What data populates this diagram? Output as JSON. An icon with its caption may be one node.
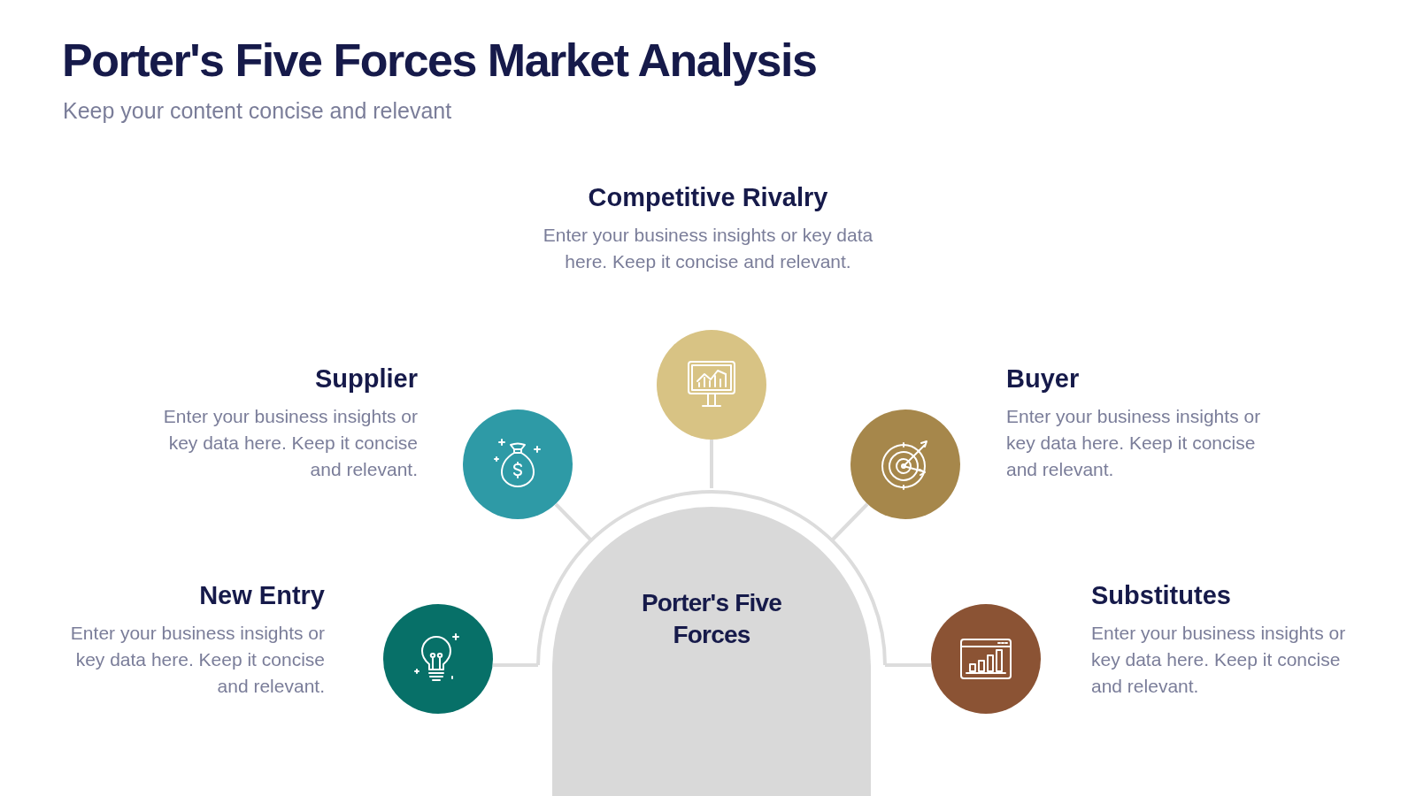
{
  "diagram": {
    "title": "Porter's Five Forces Market Analysis",
    "caption": "Keep your content concise and relevant",
    "nodes": [
      {
        "text": [
          "Competitive Rivalry",
          "Enter your business insights or key data here. Keep it concise and relevant."
        ]
      },
      {
        "text": [
          "Supplier",
          "Enter your business insights or key data here. Keep it concise and relevant."
        ]
      },
      {
        "text": [
          "Buyer",
          "Enter your business insights or key data here. Keep it concise and relevant."
        ]
      },
      {
        "text": [
          "New Entry",
          "Enter your business insights or key data here. Keep it concise and relevant."
        ]
      },
      {
        "text": [
          "Substitutes",
          "Enter your business insights or key data here. Keep it concise and relevant."
        ]
      },
      {
        "text": [
          "Porter's Five Forces"
        ]
      }
    ],
    "edges": [
      {
        "from": 0,
        "to": 5,
        "arrow": "none"
      },
      {
        "from": 1,
        "to": 5,
        "arrow": "none"
      },
      {
        "from": 2,
        "to": 5,
        "arrow": "none"
      },
      {
        "from": 3,
        "to": 5,
        "arrow": "none"
      },
      {
        "from": 4,
        "to": 5,
        "arrow": "none"
      }
    ]
  }
}
